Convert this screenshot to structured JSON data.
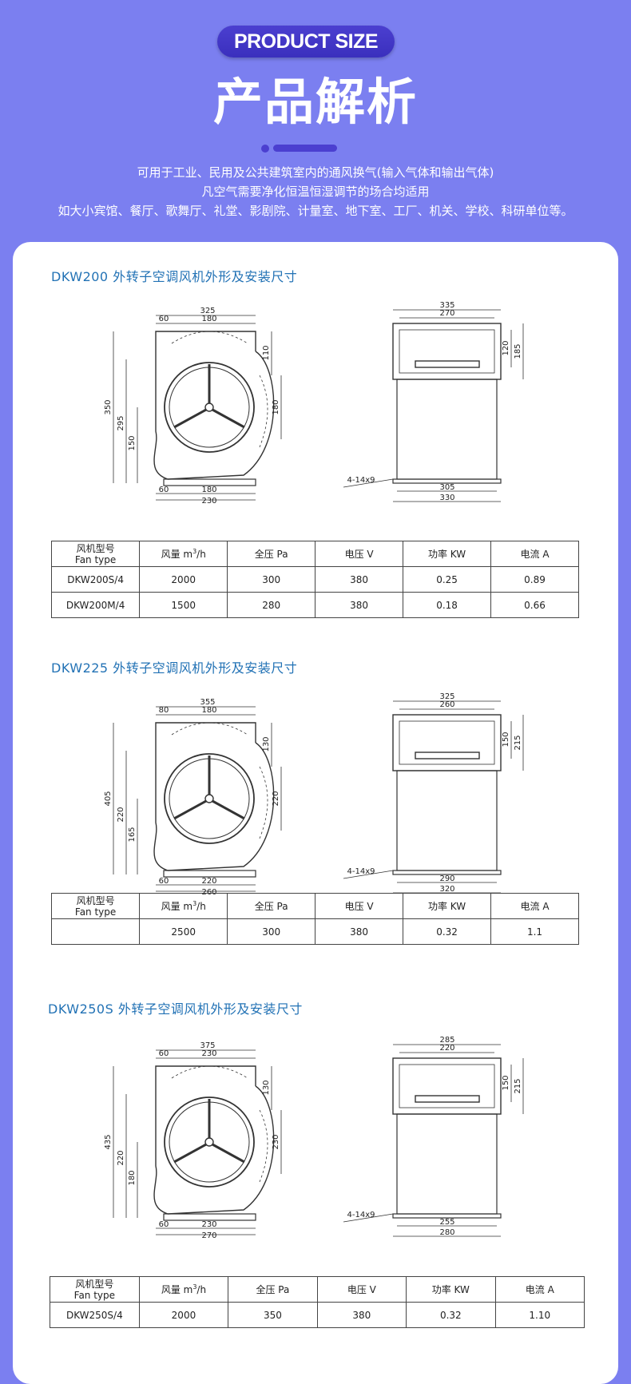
{
  "header": {
    "badge": "PRODUCT SIZE",
    "title": "产品解析",
    "desc_lines": [
      "可用于工业、民用及公共建筑室内的通风换气(输入气体和输出气体)",
      "凡空气需要净化恒温恒湿调节的场合均适用",
      "如大小宾馆、餐厅、歌舞厅、礼堂、影剧院、计量室、地下室、工厂、机关、学校、科研单位等。"
    ]
  },
  "table_headers": {
    "model_cn": "风机型号",
    "model_en": "Fan type",
    "airflow_prefix": "风量 m",
    "airflow_sup": "3",
    "airflow_suffix": "/h",
    "pressure": "全压 Pa",
    "voltage": "电压 V",
    "power": "功率 KW",
    "current": "电流 A"
  },
  "sections": [
    {
      "title": "DKW200 外转子空调风机外形及安装尺寸",
      "front_dims": {
        "top_total": "325",
        "top_a": "60",
        "top_b": "180",
        "right_a": "110",
        "right_b": "180",
        "left_h": "350",
        "left_a": "295",
        "left_b": "150",
        "bot_a": "60",
        "bot_b": "180",
        "bot_c": "230"
      },
      "side_dims": {
        "top_a": "335",
        "top_b": "270",
        "r_a": "120",
        "r_b": "185",
        "hole": "4-14x9",
        "bot_a": "305",
        "bot_b": "330"
      },
      "rows": [
        [
          "DKW200S/4",
          "2000",
          "300",
          "380",
          "0.25",
          "0.89"
        ],
        [
          "DKW200M/4",
          "1500",
          "280",
          "380",
          "0.18",
          "0.66"
        ]
      ]
    },
    {
      "title": "DKW225 外转子空调风机外形及安装尺寸",
      "front_dims": {
        "top_total": "355",
        "top_a": "80",
        "top_b": "180",
        "right_a": "130",
        "right_b": "220",
        "left_h": "405",
        "left_a": "220",
        "left_b": "165",
        "bot_a": "60",
        "bot_b": "220",
        "bot_c": "260"
      },
      "side_dims": {
        "top_a": "325",
        "top_b": "260",
        "r_a": "150",
        "r_b": "215",
        "hole": "4-14x9",
        "bot_a": "290",
        "bot_b": "320"
      },
      "rows": [
        [
          "",
          "2500",
          "300",
          "380",
          "0.32",
          "1.1"
        ]
      ]
    },
    {
      "title": "DKW250S 外转子空调风机外形及安装尺寸",
      "front_dims": {
        "top_total": "375",
        "top_a": "60",
        "top_b": "230",
        "right_a": "130",
        "right_b": "230",
        "left_h": "435",
        "left_a": "220",
        "left_b": "180",
        "bot_a": "60",
        "bot_b": "230",
        "bot_c": "270"
      },
      "side_dims": {
        "top_a": "285",
        "top_b": "220",
        "r_a": "150",
        "r_b": "215",
        "hole": "4-14x9",
        "bot_a": "255",
        "bot_b": "280"
      },
      "rows": [
        [
          "DKW250S/4",
          "2000",
          "350",
          "380",
          "0.32",
          "1.10"
        ]
      ]
    }
  ]
}
